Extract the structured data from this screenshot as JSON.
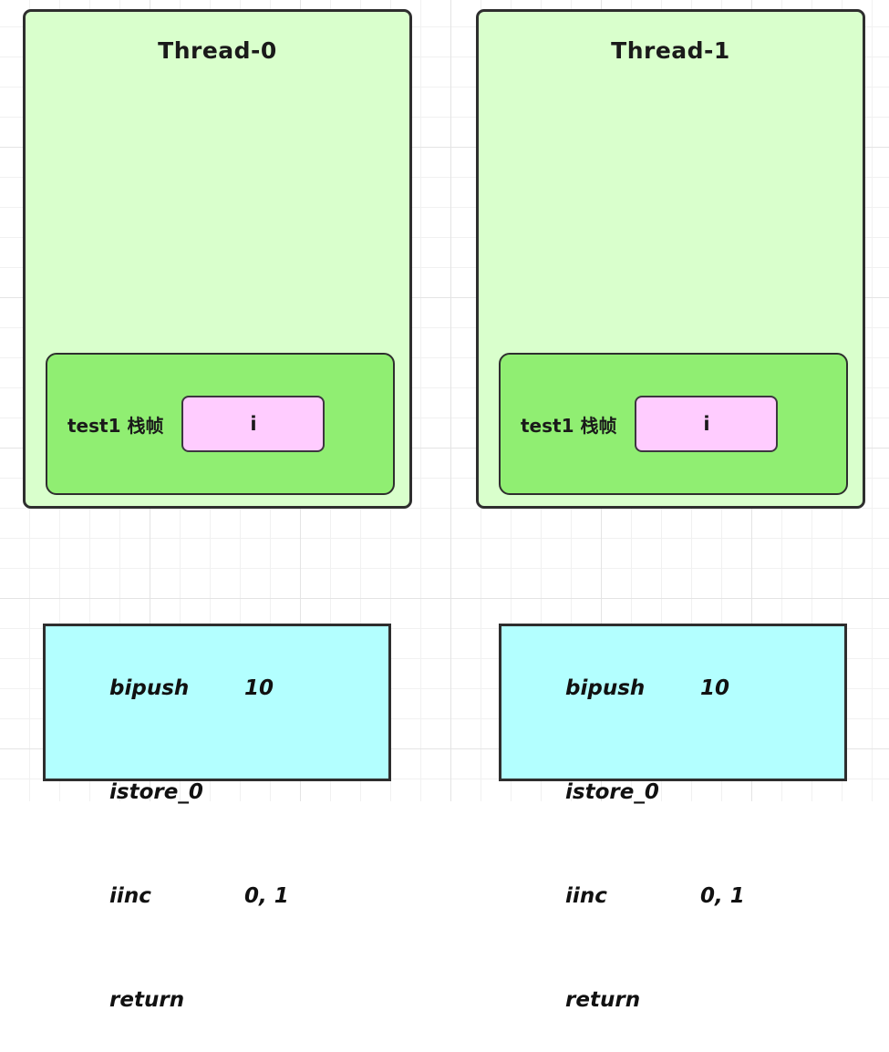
{
  "diagram": {
    "title": "JVM multi-thread stack frame diagram",
    "background": "graph-paper-grid",
    "colors": {
      "thread_fill": "#d9ffcc",
      "frame_fill": "#90ee72",
      "slot_fill": "#ffccff",
      "bytecode_fill": "#b3ffff",
      "border": "#2e2e2e",
      "grid_minor": "#f1f1f1",
      "grid_major": "#e4e4e4"
    }
  },
  "threads": [
    {
      "title": "Thread-0",
      "frame": {
        "label": "test1 栈帧",
        "slot": "i"
      },
      "bytecode": [
        {
          "op": "bipush",
          "operand": "10"
        },
        {
          "op": "istore_0",
          "operand": ""
        },
        {
          "op": "iinc",
          "operand": "0, 1"
        },
        {
          "op": "return",
          "operand": ""
        }
      ]
    },
    {
      "title": "Thread-1",
      "frame": {
        "label": "test1 栈帧",
        "slot": "i"
      },
      "bytecode": [
        {
          "op": "bipush",
          "operand": "10"
        },
        {
          "op": "istore_0",
          "operand": ""
        },
        {
          "op": "iinc",
          "operand": "0, 1"
        },
        {
          "op": "return",
          "operand": ""
        }
      ]
    }
  ]
}
